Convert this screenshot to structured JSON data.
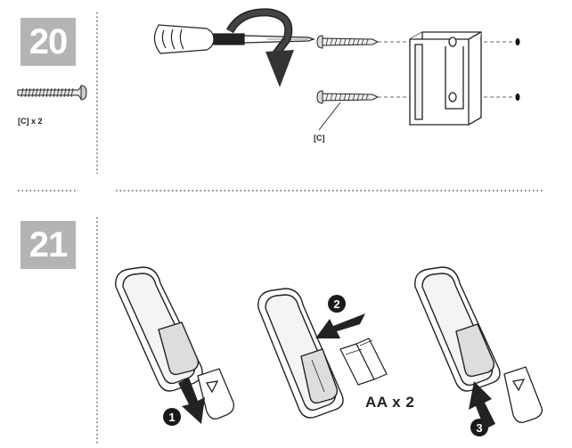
{
  "step20": {
    "number": "20",
    "part_label": "[C] x 2",
    "screw_callout": "[C]"
  },
  "step21": {
    "number": "21",
    "battery_label": "AA x 2",
    "callouts": [
      "1",
      "2",
      "3"
    ]
  },
  "colors": {
    "badge": "#b4b4b4",
    "ink": "#1a1a1a",
    "divider": "#555555"
  }
}
